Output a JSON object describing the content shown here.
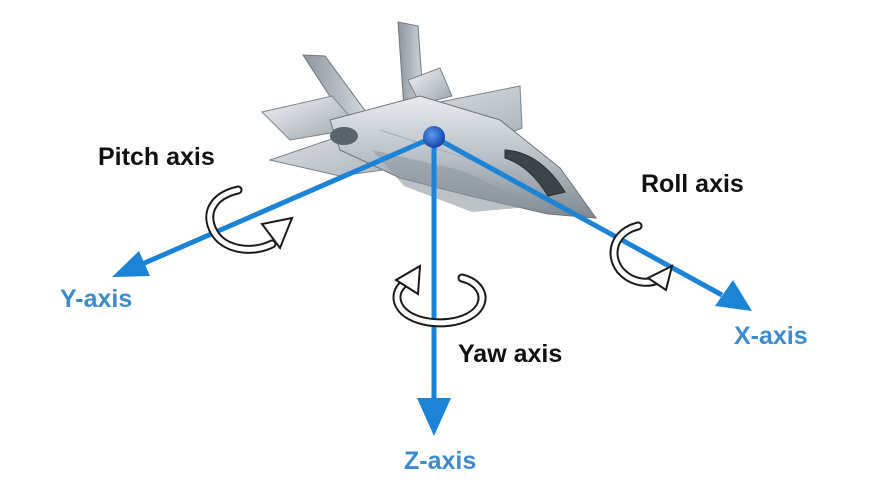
{
  "labels": {
    "pitch": "Pitch axis",
    "roll": "Roll axis",
    "yaw": "Yaw axis",
    "y_axis": "Y-axis",
    "x_axis": "X-axis",
    "z_axis": "Z-axis"
  },
  "colors": {
    "axis": "#1b84d6",
    "axis_label": "#3d8bcd",
    "text": "#111111",
    "origin": "#1f5ec9"
  },
  "icons": [
    "aircraft-icon",
    "rotation-arrow-icon"
  ]
}
